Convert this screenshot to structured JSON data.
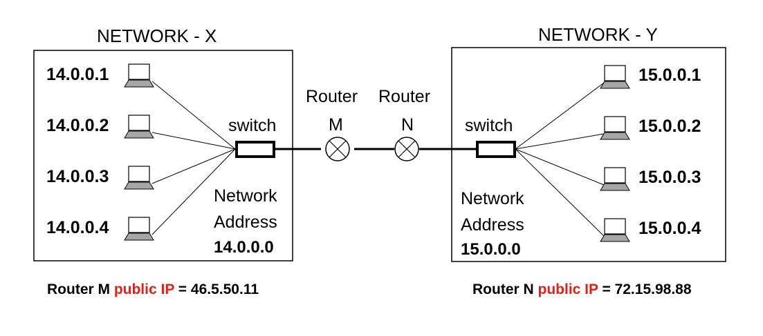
{
  "network_x": {
    "title": "NETWORK - X",
    "hosts": [
      "14.0.0.1",
      "14.0.0.2",
      "14.0.0.3",
      "14.0.0.4"
    ],
    "switch_label": "switch",
    "network_label_1": "Network",
    "network_label_2": "Address",
    "network_address": "14.0.0.0"
  },
  "network_y": {
    "title": "NETWORK - Y",
    "hosts": [
      "15.0.0.1",
      "15.0.0.2",
      "15.0.0.3",
      "15.0.0.4"
    ],
    "switch_label": "switch",
    "network_label_1": "Network",
    "network_label_2": "Address",
    "network_address": "15.0.0.0"
  },
  "router_m": {
    "label_1": "Router",
    "label_2": "M",
    "footer_prefix": "Router M ",
    "footer_highlight": "public IP",
    "footer_suffix": " = 46.5.50.11"
  },
  "router_n": {
    "label_1": "Router",
    "label_2": "N",
    "footer_prefix": "Router N ",
    "footer_highlight": "public IP",
    "footer_suffix": " = 72.15.98.88"
  },
  "colors": {
    "highlight": "#e0201a",
    "laptop_base": "#a6a6a6"
  }
}
